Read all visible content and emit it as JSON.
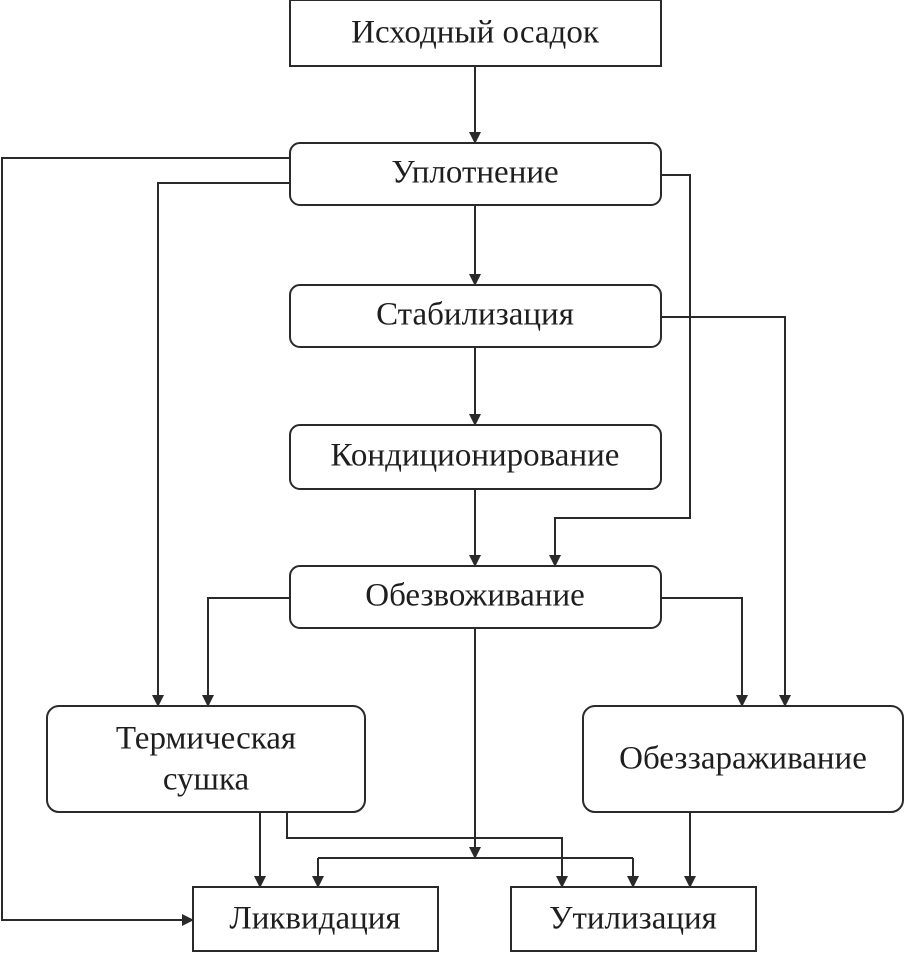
{
  "nodes": {
    "source": "Исходный осадок",
    "thickening": "Уплотнение",
    "stabilization": "Стабилизация",
    "conditioning": "Кондиционирование",
    "dewatering": "Обезвоживание",
    "thermal_drying_line1": "Термическая",
    "thermal_drying_line2": "сушка",
    "disinfection": "Обеззараживание",
    "liquidation": "Ликвидация",
    "utilization": "Утилизация"
  }
}
